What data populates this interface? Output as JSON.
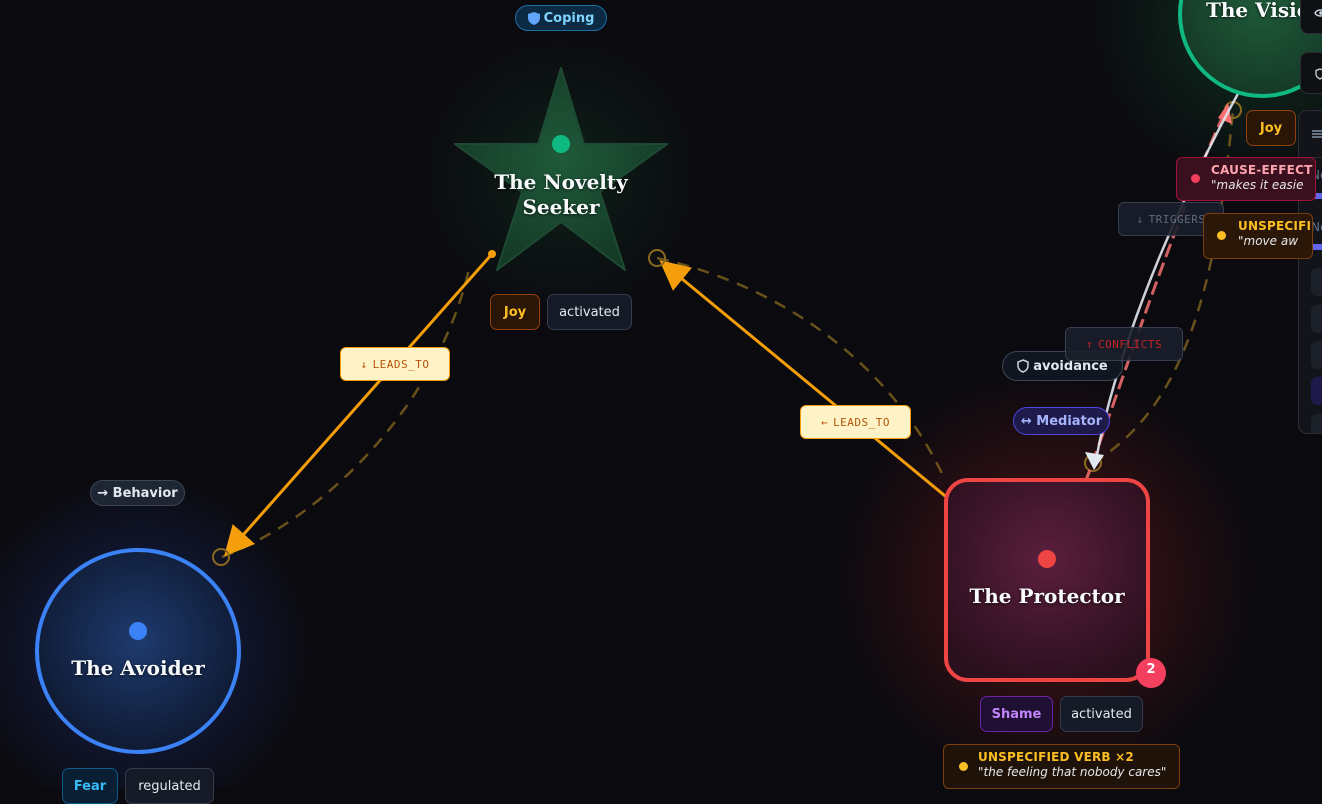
{
  "nodes": {
    "novelty_seeker": {
      "title_line1": "The Novelty",
      "title_line2": "Seeker",
      "tag_emotion": "Joy",
      "tag_state": "activated"
    },
    "avoider": {
      "title": "The Avoider",
      "tag_emotion": "Fear",
      "tag_state": "regulated"
    },
    "protector": {
      "title": "The Protector",
      "badge": "2",
      "tag_emotion": "Shame",
      "tag_state": "activated"
    },
    "visionary": {
      "title": "The Visio",
      "tag_emotion": "Joy"
    }
  },
  "category_pills": {
    "coping": "Coping",
    "behavior": "→ Behavior",
    "avoidance": "avoidance",
    "mediator": "↔ Mediator"
  },
  "edge_labels": {
    "leads_to_1": {
      "arrow": "↓",
      "text": "LEADS_TO"
    },
    "leads_to_2": {
      "arrow": "←",
      "text": "LEADS_TO"
    },
    "triggers": {
      "arrow": "↓",
      "text": "TRIGGERS"
    },
    "conflicts": {
      "arrow": "↑",
      "text": "CONFLICTS"
    }
  },
  "cards": {
    "cause_effect": {
      "head": "CAUSE-EFFECT",
      "quote": "\"makes it easie"
    },
    "unspecified_top": {
      "head": "UNSPECIFI",
      "quote": "\"move aw"
    },
    "unspecified_bottom": {
      "head": "UNSPECIFIED VERB ×2",
      "quote": "\"the feeling that nobody cares\""
    }
  },
  "side_panel": {
    "row1_label": "Ne",
    "row2_label": "Ne"
  },
  "colors": {
    "background": "#0b0a0f",
    "avoider": "#3b82f6",
    "protector": "#ef4444",
    "novelty_seeker": "#10b981",
    "visionary": "#10b981",
    "leads_to_edge": "#f59e0b",
    "triggers_edge": "#e2e8f0",
    "conflicts_edge": "#f87171",
    "joy": "#f59e0b",
    "fear": "#38bdf8",
    "shame": "#a855f7"
  },
  "icons": [
    "shield-icon",
    "shield-outline-icon",
    "eye-icon",
    "sliders-icon"
  ]
}
